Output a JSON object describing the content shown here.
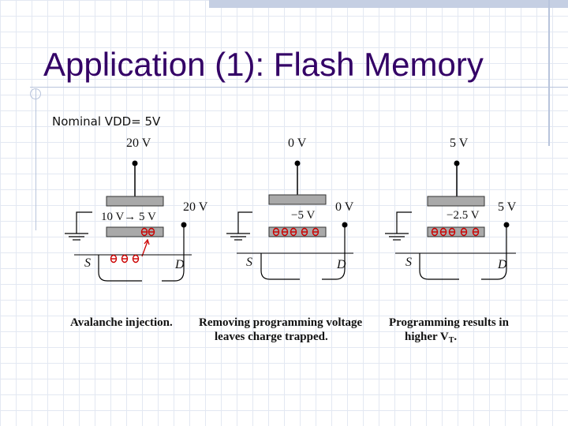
{
  "slide": {
    "title": "Application (1): Flash Memory",
    "subtitle": "Nominal VDD= 5V"
  },
  "colors": {
    "title": "#330066",
    "charge": "#cc0000",
    "deco": "#b8c4dc"
  },
  "panels": [
    {
      "gate_voltage": "20 V",
      "floating_voltage": "10 V→ 5 V",
      "drain_voltage": "20 V",
      "source_label": "S",
      "drain_label": "D",
      "caption_lines": [
        "Avalanche injection."
      ]
    },
    {
      "gate_voltage": "0 V",
      "floating_voltage": "−5 V",
      "drain_voltage": "0 V",
      "source_label": "S",
      "drain_label": "D",
      "caption_lines": [
        "Removing programming voltage",
        "leaves charge trapped."
      ]
    },
    {
      "gate_voltage": "5 V",
      "floating_voltage": "−2.5 V",
      "drain_voltage": "5 V",
      "source_label": "S",
      "drain_label": "D",
      "caption_lines": [
        "Programming results in",
        "higher V"
      ],
      "caption_subscript": "T",
      "caption_suffix": "."
    }
  ]
}
